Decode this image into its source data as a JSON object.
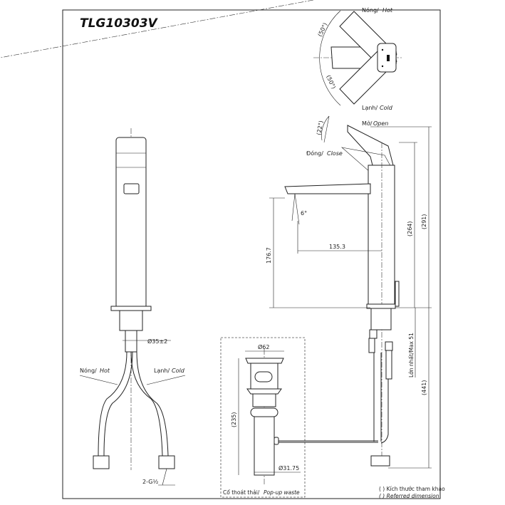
{
  "title": "TLG10303V",
  "top_view": {
    "hot": "Nóng/",
    "hot_en": "Hot",
    "cold": "Lạnh/",
    "cold_en": "Cold",
    "angle_hot": "(50°)",
    "angle_cold": "(50°)"
  },
  "side_view": {
    "open": "Mở/",
    "open_en": "Open",
    "close": "Đóng/",
    "close_en": "Close",
    "angle": "(22°)",
    "spray_angle": "6°",
    "dim_reach": "135.3",
    "dim_spout_height": "176.7",
    "dim_264": "(264)",
    "dim_291": "(291)",
    "dim_441": "(441)",
    "dim_max": "Lớn nhất/Max 51"
  },
  "front_view": {
    "hot": "Nóng/",
    "hot_en": "Hot",
    "cold": "Lạnh/",
    "cold_en": "Cold",
    "dim_hole": "Ø35±2",
    "connector": "2-G½"
  },
  "waste": {
    "dim_top": "Ø62",
    "dim_height": "(235)",
    "dim_pipe": "Ø31.75",
    "label": "Cổ thoát thải/",
    "label_en": "Pop-up waste"
  },
  "legend": {
    "vn": "( ) Kích thước tham khảo",
    "en": "( ) Referred dimension"
  }
}
